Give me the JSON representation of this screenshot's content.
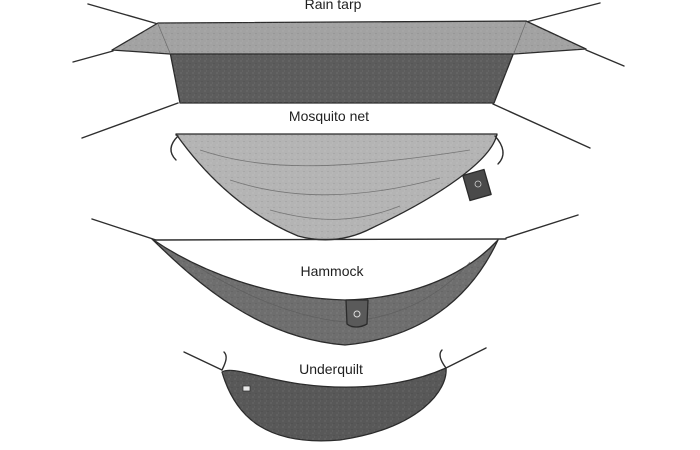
{
  "labels": {
    "rain_tarp": "Rain tarp",
    "mosquito_net": "Mosquito net",
    "hammock": "Hammock",
    "underquilt": "Underquilt"
  },
  "colors": {
    "tarp_top": "#a2a2a2",
    "tarp_side": "#5c5c5c",
    "net_fill": "#b4b4b4",
    "hammock_fill": "#6e6e6e",
    "underquilt_fill": "#585858",
    "line": "#2e2e2e"
  }
}
